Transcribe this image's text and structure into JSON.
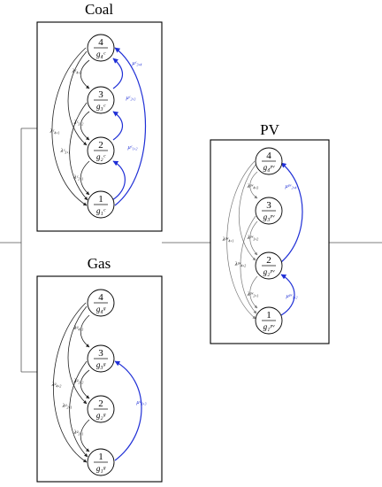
{
  "panels": [
    {
      "id": "coal",
      "title": "Coal",
      "states": [
        {
          "num": "4",
          "var": "g₄ᶜ"
        },
        {
          "num": "3",
          "var": "g₃ᶜ"
        },
        {
          "num": "2",
          "var": "g₂ᶜ"
        },
        {
          "num": "1",
          "var": "g₁ᶜ"
        }
      ],
      "down_labels": [
        "λᶜ₄,₃",
        "λᶜ₃,₂",
        "λᶜ₄,₁",
        "λᶜ₃,₁",
        "λᶜ₂,₁"
      ],
      "up_labels": [
        "μᶜ₃,₄",
        "μᶜ₂,₃",
        "μᶜ₁,₂"
      ]
    },
    {
      "id": "gas",
      "title": "Gas",
      "states": [
        {
          "num": "4",
          "var": "g₄ᵍ"
        },
        {
          "num": "3",
          "var": "g₃ᵍ"
        },
        {
          "num": "2",
          "var": "g₂ᵍ"
        },
        {
          "num": "1",
          "var": "g₁ᵍ"
        }
      ],
      "down_labels": [
        "λᵍ₄,₃",
        "λᵍ₃,₂",
        "λᵍ₄,₂",
        "λᵍ₂,₁",
        "λᵍ₃,₁"
      ],
      "up_labels": [
        "μᵍ₁,₃"
      ]
    },
    {
      "id": "pv",
      "title": "PV",
      "states": [
        {
          "num": "4",
          "var": "g₄ᵖᵛ"
        },
        {
          "num": "3",
          "var": "g₃ᵖᵛ"
        },
        {
          "num": "2",
          "var": "g₂ᵖᵛ"
        },
        {
          "num": "1",
          "var": "g₁ᵖᵛ"
        }
      ],
      "down_labels": [
        "λᵖᵛ₄,₃",
        "λᵖᵛ₄,₁",
        "λᵖᵛ₃,₂",
        "λᵖᵛ₄,₂",
        "λᵖᵛ₂,₁"
      ],
      "up_labels": [
        "μᵖᵛ₂,₄",
        "μᵖᵛ₁,₂"
      ]
    }
  ]
}
